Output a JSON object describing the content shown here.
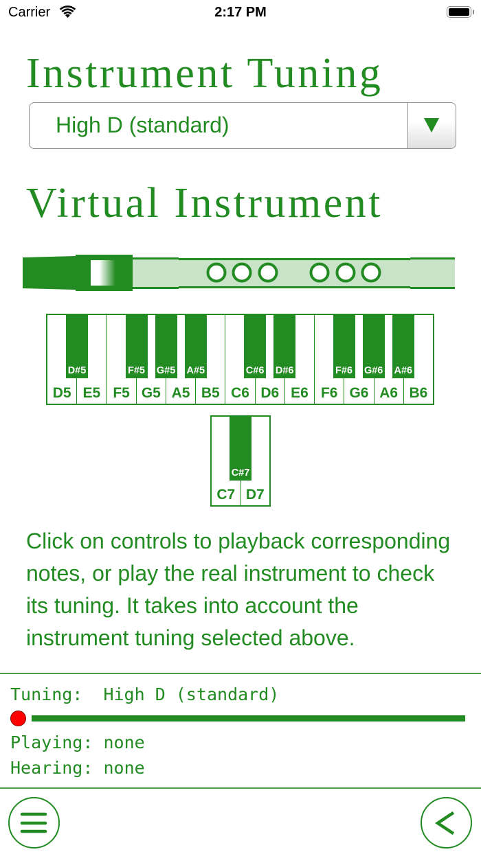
{
  "status_bar": {
    "carrier": "Carrier",
    "time": "2:17 PM",
    "icons": [
      "wifi-icon",
      "battery-icon"
    ]
  },
  "tuning_section": {
    "heading": "Instrument Tuning",
    "select": {
      "value": "High D (standard)",
      "arrow_icon": "triangle-down-icon"
    }
  },
  "instrument_section": {
    "heading": "Virtual Instrument",
    "recorder": {
      "type": "tin-whistle",
      "finger_holes": 6
    },
    "keyboard": {
      "white_keys": [
        "D5",
        "E5",
        "F5",
        "G5",
        "A5",
        "B5",
        "C6",
        "D6",
        "E6",
        "F6",
        "G6",
        "A6",
        "B6"
      ],
      "black_keys": [
        "D#5",
        "F#5",
        "G#5",
        "A#5",
        "C#6",
        "D#6",
        "F#6",
        "G#6",
        "A#6"
      ]
    },
    "keyboard_row2": {
      "white_keys": [
        "C7",
        "D7"
      ],
      "black_keys": [
        "C#7"
      ]
    }
  },
  "description": {
    "lines": [
      "Click on controls to playback corresponding",
      "notes, or play the real instrument to check",
      "its tuning. It takes into account the",
      "instrument tuning selected above."
    ]
  },
  "status_panel": {
    "tuning_label": "Tuning:",
    "tuning_value": "High D (standard)",
    "indicator_state": "red",
    "playing_label": "Playing:",
    "playing_value": "none",
    "hearing_label": "Hearing:",
    "hearing_value": "none"
  },
  "bottom_nav": {
    "left_icon": "menu-icon",
    "right_icon": "back-chevron-icon"
  },
  "colors": {
    "accent": "#228B22",
    "accent_light": "#c8e3c8",
    "indicator": "#ff0000",
    "divider": "#4a9d4a"
  }
}
